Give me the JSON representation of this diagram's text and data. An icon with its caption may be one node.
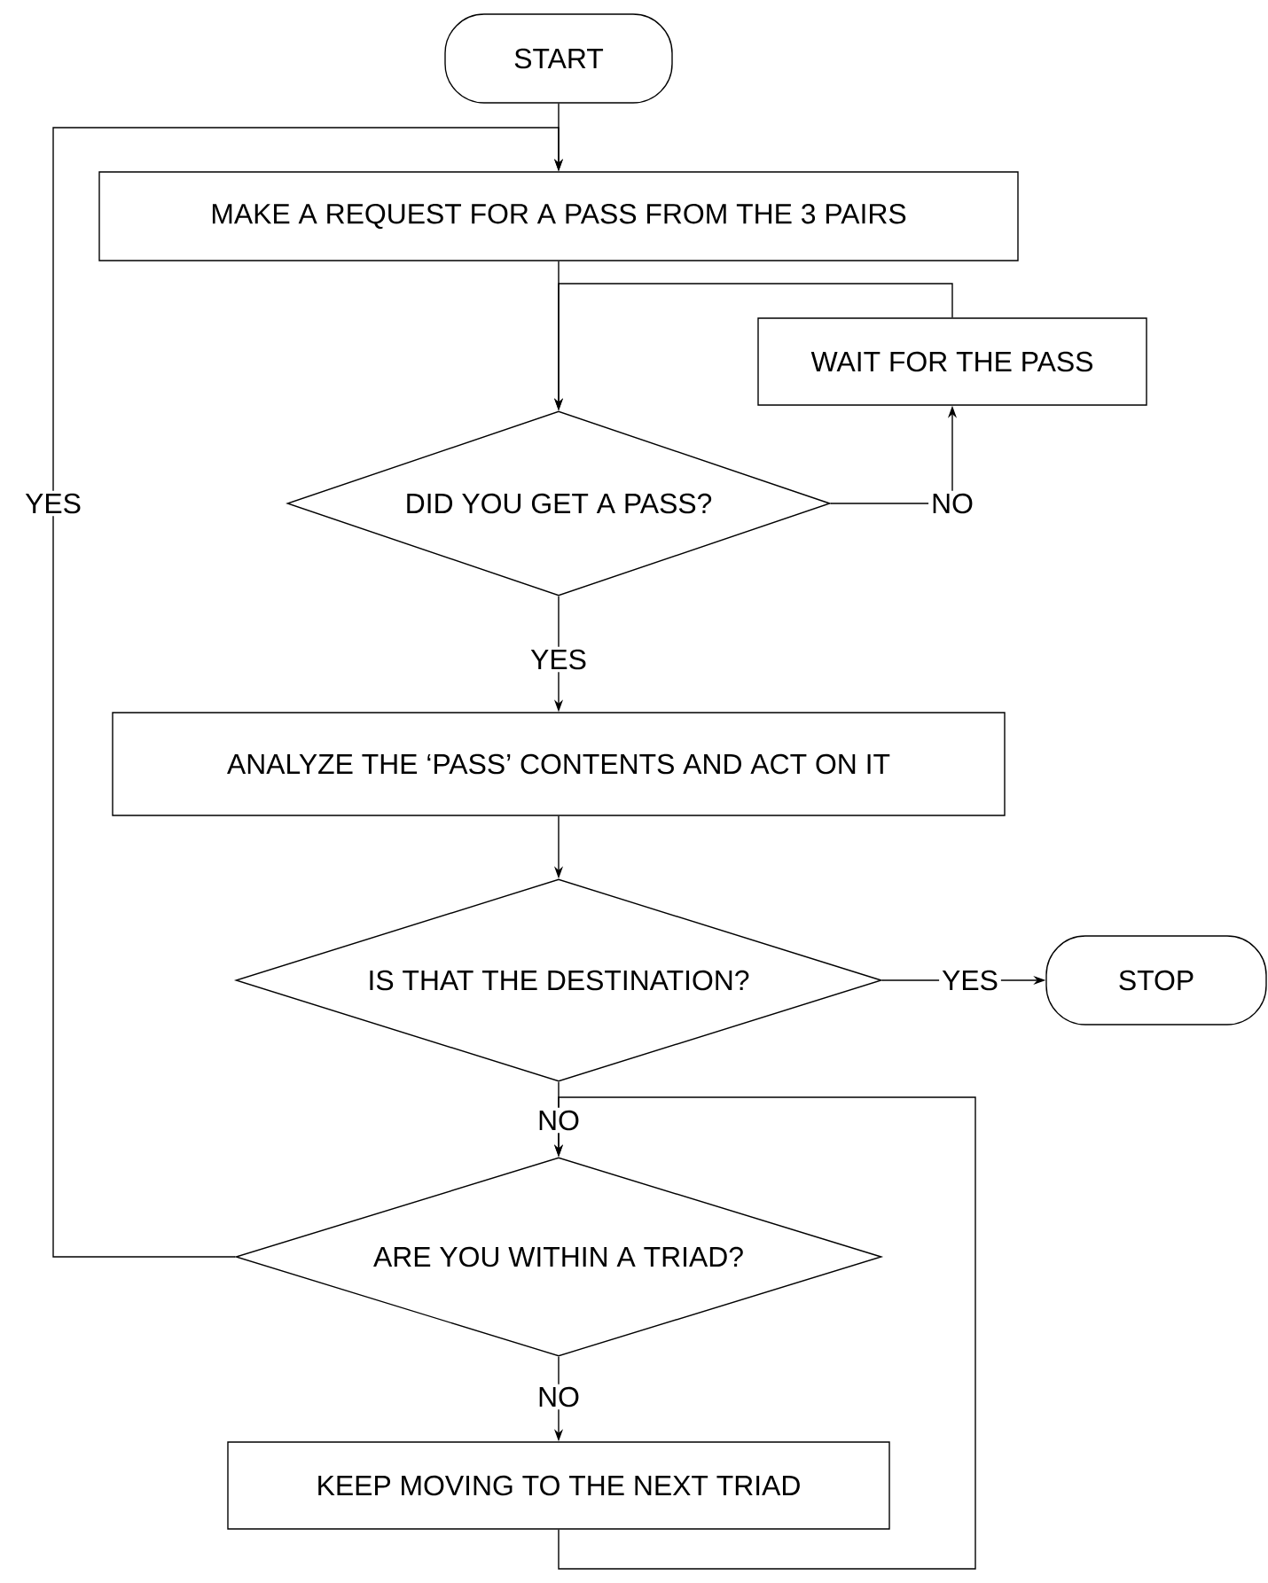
{
  "diagram": {
    "nodes": [
      {
        "text": [
          "START"
        ]
      },
      {
        "text": [
          "MAKE A REQUEST FOR A PASS FROM THE 3 PAIRS"
        ]
      },
      {
        "text": [
          "WAIT FOR THE PASS"
        ]
      },
      {
        "text": [
          "DID YOU GET A PASS?"
        ]
      },
      {
        "text": [
          "ANALYZE THE ‘PASS’ CONTENTS AND ACT ON IT"
        ]
      },
      {
        "text": [
          "IS THAT THE DESTINATION?"
        ]
      },
      {
        "text": [
          "STOP"
        ]
      },
      {
        "text": [
          "ARE YOU WITHIN A TRIAD?"
        ]
      },
      {
        "text": [
          "KEEP MOVING TO THE NEXT TRIAD"
        ]
      }
    ],
    "edges": [
      {
        "from": 0,
        "to": 1,
        "arrow": "to"
      },
      {
        "from": 1,
        "to": 3,
        "arrow": "to"
      },
      {
        "from": 3,
        "to": 2,
        "arrow": "to",
        "label": "NO"
      },
      {
        "from": 2,
        "to": 3,
        "arrow": "to"
      },
      {
        "from": 3,
        "to": 4,
        "arrow": "to",
        "label": "YES"
      },
      {
        "from": 4,
        "to": 5,
        "arrow": "to"
      },
      {
        "from": 5,
        "to": 6,
        "arrow": "to",
        "label": "YES"
      },
      {
        "from": 5,
        "to": 7,
        "arrow": "to",
        "label": "NO"
      },
      {
        "from": 7,
        "to": 1,
        "arrow": "to",
        "label": "YES"
      },
      {
        "from": 8,
        "to": 7,
        "arrow": "to"
      },
      {
        "from": 7,
        "to": 8,
        "arrow": "to",
        "label": "NO"
      }
    ]
  }
}
